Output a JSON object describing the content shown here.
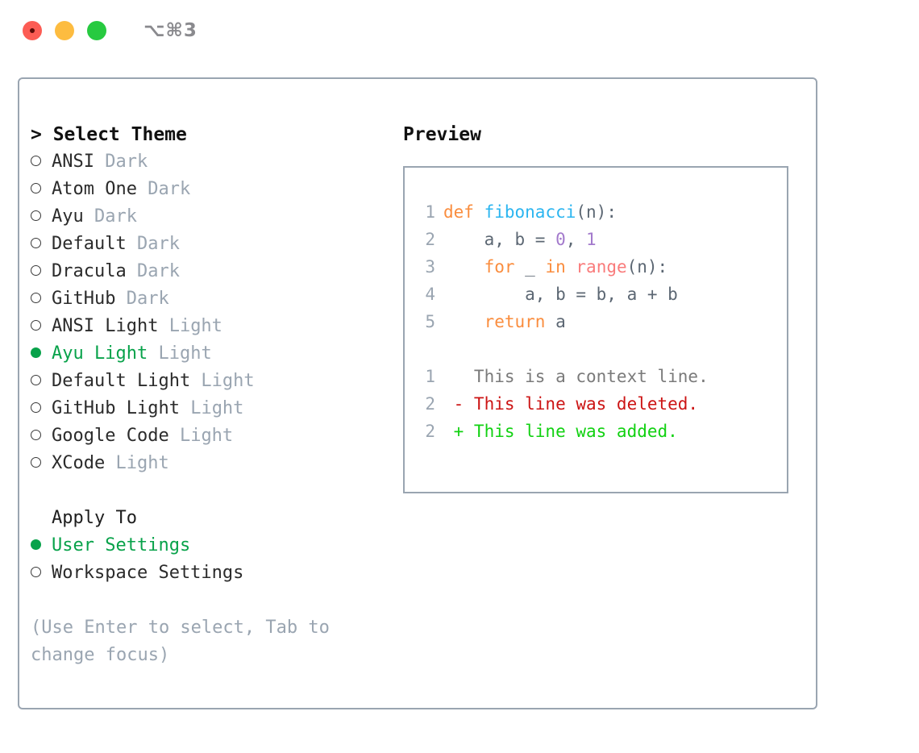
{
  "titlebar": {
    "shortcut": "⌥⌘3",
    "buttons": [
      {
        "name": "close",
        "color": "#FC5C54"
      },
      {
        "name": "minimize",
        "color": "#FDBC40"
      },
      {
        "name": "zoom",
        "color": "#27CA40"
      }
    ]
  },
  "theme_panel": {
    "heading": "> Select Theme",
    "items": [
      {
        "marker": "○",
        "label": "ANSI",
        "tag": "Dark",
        "selected": false
      },
      {
        "marker": "○",
        "label": "Atom One",
        "tag": "Dark",
        "selected": false
      },
      {
        "marker": "○",
        "label": "Ayu",
        "tag": "Dark",
        "selected": false
      },
      {
        "marker": "○",
        "label": "Default",
        "tag": "Dark",
        "selected": false
      },
      {
        "marker": "○",
        "label": "Dracula",
        "tag": "Dark",
        "selected": false
      },
      {
        "marker": "○",
        "label": "GitHub",
        "tag": "Dark",
        "selected": false
      },
      {
        "marker": "○",
        "label": "ANSI Light",
        "tag": "Light",
        "selected": false
      },
      {
        "marker": "●",
        "label": "Ayu Light",
        "tag": "Light",
        "selected": true
      },
      {
        "marker": "○",
        "label": "Default Light",
        "tag": "Light",
        "selected": false
      },
      {
        "marker": "○",
        "label": "GitHub Light",
        "tag": "Light",
        "selected": false
      },
      {
        "marker": "○",
        "label": "Google Code",
        "tag": "Light",
        "selected": false
      },
      {
        "marker": "○",
        "label": "XCode",
        "tag": "Light",
        "selected": false
      }
    ]
  },
  "apply_to": {
    "heading": "Apply To",
    "items": [
      {
        "marker": "●",
        "label": "User Settings",
        "selected": true
      },
      {
        "marker": "○",
        "label": "Workspace Settings",
        "selected": false
      }
    ]
  },
  "hint": "(Use Enter to select, Tab to change focus)",
  "preview": {
    "heading": "Preview",
    "code": [
      {
        "lineno": "1",
        "tokens": [
          {
            "t": "def",
            "c": "kw"
          },
          {
            "t": " ",
            "c": "plain"
          },
          {
            "t": "fibonacci",
            "c": "fn"
          },
          {
            "t": "(n):",
            "c": "plain"
          }
        ]
      },
      {
        "lineno": "2",
        "tokens": [
          {
            "t": "    a, b = ",
            "c": "plain"
          },
          {
            "t": "0",
            "c": "num"
          },
          {
            "t": ", ",
            "c": "plain"
          },
          {
            "t": "1",
            "c": "num"
          }
        ]
      },
      {
        "lineno": "3",
        "tokens": [
          {
            "t": "    ",
            "c": "plain"
          },
          {
            "t": "for",
            "c": "kw"
          },
          {
            "t": " _ ",
            "c": "plain"
          },
          {
            "t": "in",
            "c": "kw"
          },
          {
            "t": " ",
            "c": "plain"
          },
          {
            "t": "range",
            "c": "call"
          },
          {
            "t": "(n):",
            "c": "plain"
          }
        ]
      },
      {
        "lineno": "4",
        "tokens": [
          {
            "t": "        a, b = b, a + b",
            "c": "plain"
          }
        ]
      },
      {
        "lineno": "5",
        "tokens": [
          {
            "t": "    ",
            "c": "plain"
          },
          {
            "t": "return",
            "c": "kw"
          },
          {
            "t": " a",
            "c": "plain"
          }
        ]
      }
    ],
    "diff": [
      {
        "lineno": "1",
        "sign": " ",
        "text": " This is a context line.",
        "kind": "diff-context"
      },
      {
        "lineno": "2",
        "sign": "-",
        "text": " This line was deleted.",
        "kind": "diff-del"
      },
      {
        "lineno": "2",
        "sign": "+",
        "text": " This line was added.",
        "kind": "diff-add"
      }
    ]
  },
  "colors": {
    "border": "#9AA5B1",
    "accent_green": "#08A24A",
    "keyword_orange": "#FA8D3E",
    "function_blue": "#2BB5F0",
    "number_purple": "#A37ACC",
    "call_salmon": "#F97B7B",
    "diff_add": "#11D111",
    "diff_del": "#CC1414",
    "muted": "#9AA5B1"
  }
}
